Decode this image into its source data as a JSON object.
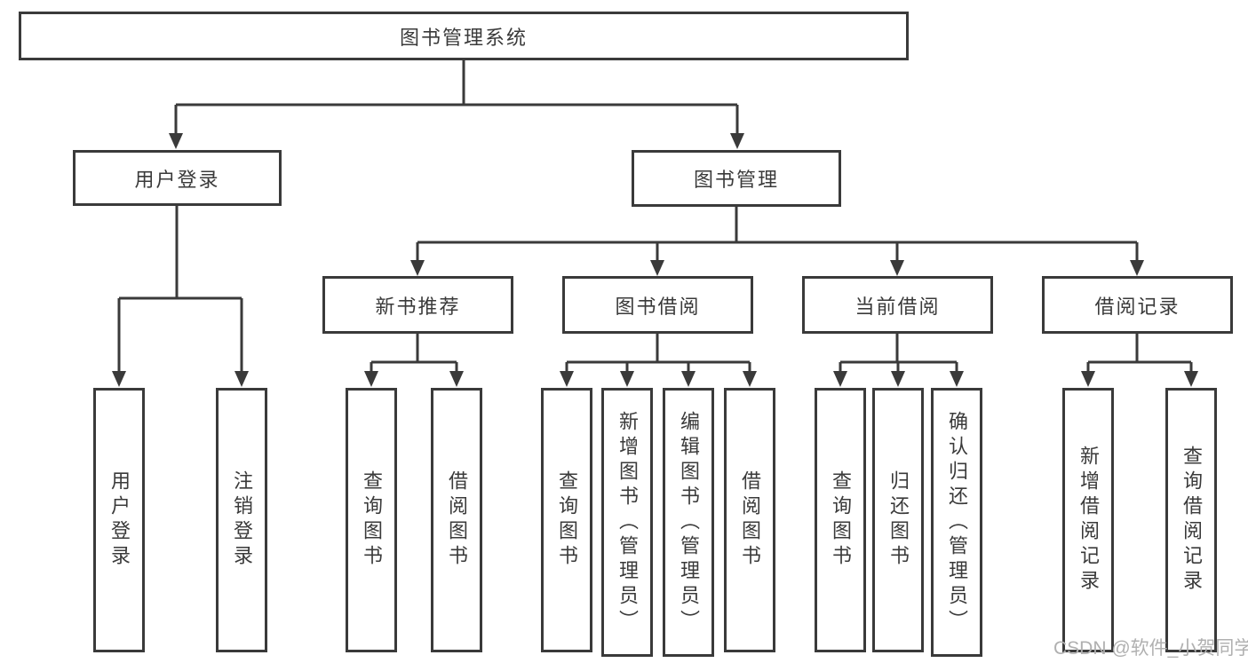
{
  "colors": {
    "line": "#3a3a3a",
    "text": "#3a3a3a",
    "box_background": "#ffffff",
    "watermark": "#b0b0b0",
    "page_background": "#ffffff"
  },
  "root": {
    "label": "图书管理系统"
  },
  "branches": [
    {
      "label": "用户登录",
      "children": [
        "用户登录",
        "注销登录"
      ]
    },
    {
      "label": "图书管理",
      "sections": [
        {
          "label": "新书推荐",
          "children": [
            "查询图书",
            "借阅图书"
          ]
        },
        {
          "label": "图书借阅",
          "children": [
            "查询图书",
            "新增图书（管理员）",
            "编辑图书（管理员）",
            "借阅图书"
          ]
        },
        {
          "label": "当前借阅",
          "children": [
            "查询图书",
            "归还图书",
            "确认归还（管理员）"
          ]
        },
        {
          "label": "借阅记录",
          "children": [
            "新增借阅记录",
            "查询借阅记录"
          ]
        }
      ]
    }
  ],
  "watermark": {
    "text": "CSDN @软件_小贺同学"
  }
}
